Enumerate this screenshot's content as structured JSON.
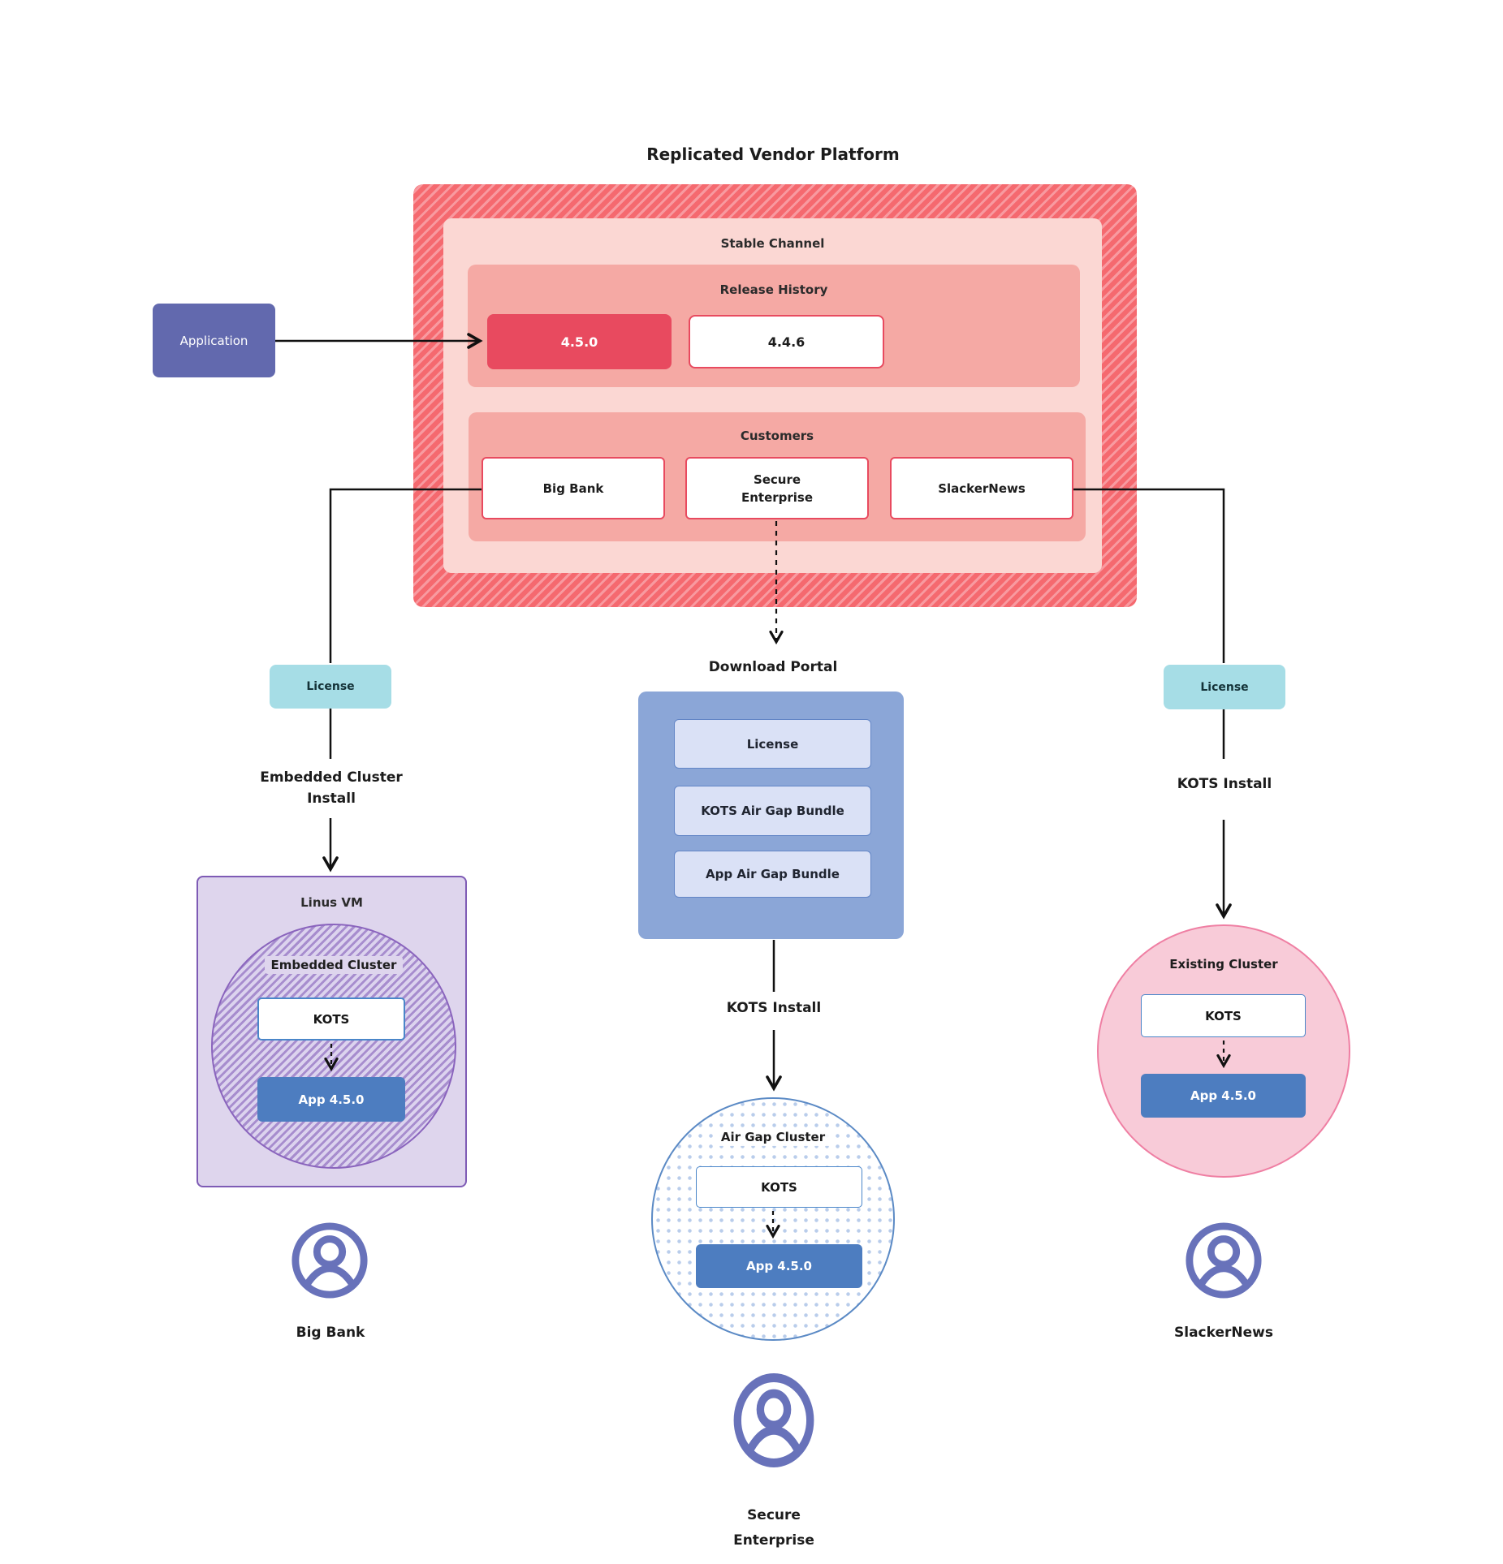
{
  "diagram": {
    "title": "Replicated Vendor Platform",
    "application_label": "Application",
    "stable_channel": {
      "label": "Stable Channel",
      "release_history": {
        "label": "Release History",
        "releases": [
          {
            "version": "4.5.0",
            "highlighted": true
          },
          {
            "version": "4.4.6",
            "highlighted": false
          }
        ]
      },
      "customers": {
        "label": "Customers",
        "items": [
          {
            "label": "Big Bank"
          },
          {
            "label": "Secure Enterprise"
          },
          {
            "label": "SlackerNews"
          }
        ]
      }
    },
    "download_portal": {
      "label": "Download Portal",
      "items": [
        {
          "label": "License"
        },
        {
          "label": "KOTS Air Gap Bundle"
        },
        {
          "label": "App Air Gap Bundle"
        }
      ]
    },
    "left_flow": {
      "license_label": "License",
      "install_line1": "Embedded Cluster",
      "install_line2": "Install",
      "vm_label": "Linus VM",
      "cluster_label": "Embedded Cluster",
      "kots_label": "KOTS",
      "app_label": "App 4.5.0",
      "user_label": "Big Bank"
    },
    "middle_flow": {
      "install_label": "KOTS Install",
      "cluster_label": "Air Gap Cluster",
      "kots_label": "KOTS",
      "app_label": "App 4.5.0",
      "user_line1": "Secure",
      "user_line2": "Enterprise"
    },
    "right_flow": {
      "license_label": "License",
      "install_label": "KOTS Install",
      "cluster_label": "Existing Cluster",
      "kots_label": "KOTS",
      "app_label": "App 4.5.0",
      "user_label": "SlackerNews"
    },
    "colors": {
      "platform_hatch_red": "#f5696f",
      "platform_hatch_light": "#f89aa0",
      "stable_channel_pink": "#fbd7d3",
      "section_salmon": "#f5a9a4",
      "release_highlight_red": "#e84a5f",
      "application_purple": "#6269ae",
      "license_teal": "#a6dde6",
      "portal_blue": "#8ba6d7",
      "portal_item_blue": "#dae1f6",
      "app_box_blue": "#4d7dc0",
      "vm_lavender": "#ded5ed",
      "vm_border_purple": "#7e5bb5",
      "existing_cluster_pink": "#f8cbd8",
      "person_icon_purple": "#6872ba"
    }
  }
}
